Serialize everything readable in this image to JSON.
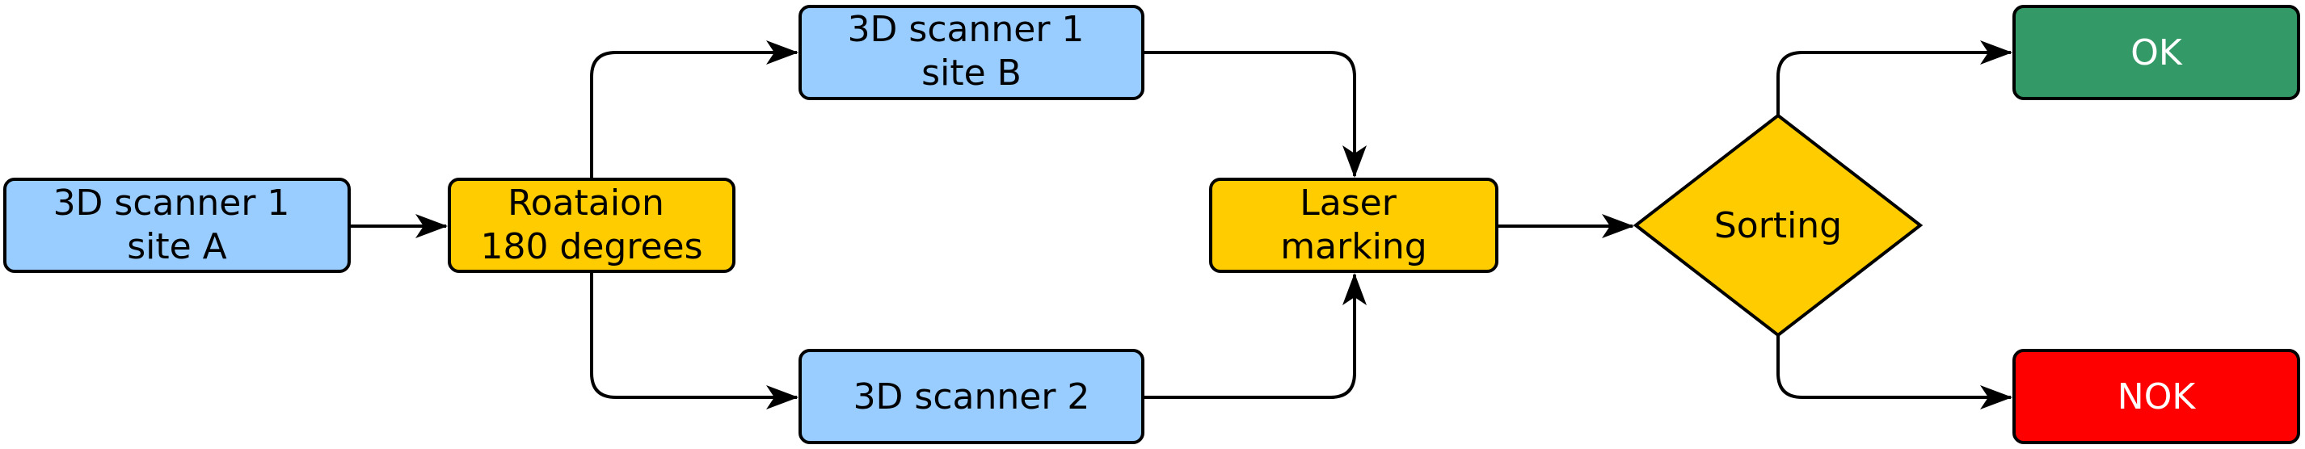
{
  "colors": {
    "scanner": "#99ccff",
    "process": "#ffcc00",
    "ok": "#339966",
    "nok": "#ff0000",
    "stroke": "#000000"
  },
  "nodes": {
    "scanner_a": {
      "line1": "3D scanner 1",
      "line2": "site A"
    },
    "rotation": {
      "line1": "Roataion",
      "line2": "180 degrees"
    },
    "scanner_b": {
      "line1": "3D scanner 1",
      "line2": "site B"
    },
    "scanner_2": {
      "line1": "3D scanner 2"
    },
    "laser": {
      "line1": "Laser",
      "line2": "marking"
    },
    "sorting": {
      "line1": "Sorting"
    },
    "ok": {
      "line1": "OK"
    },
    "nok": {
      "line1": "NOK"
    }
  }
}
